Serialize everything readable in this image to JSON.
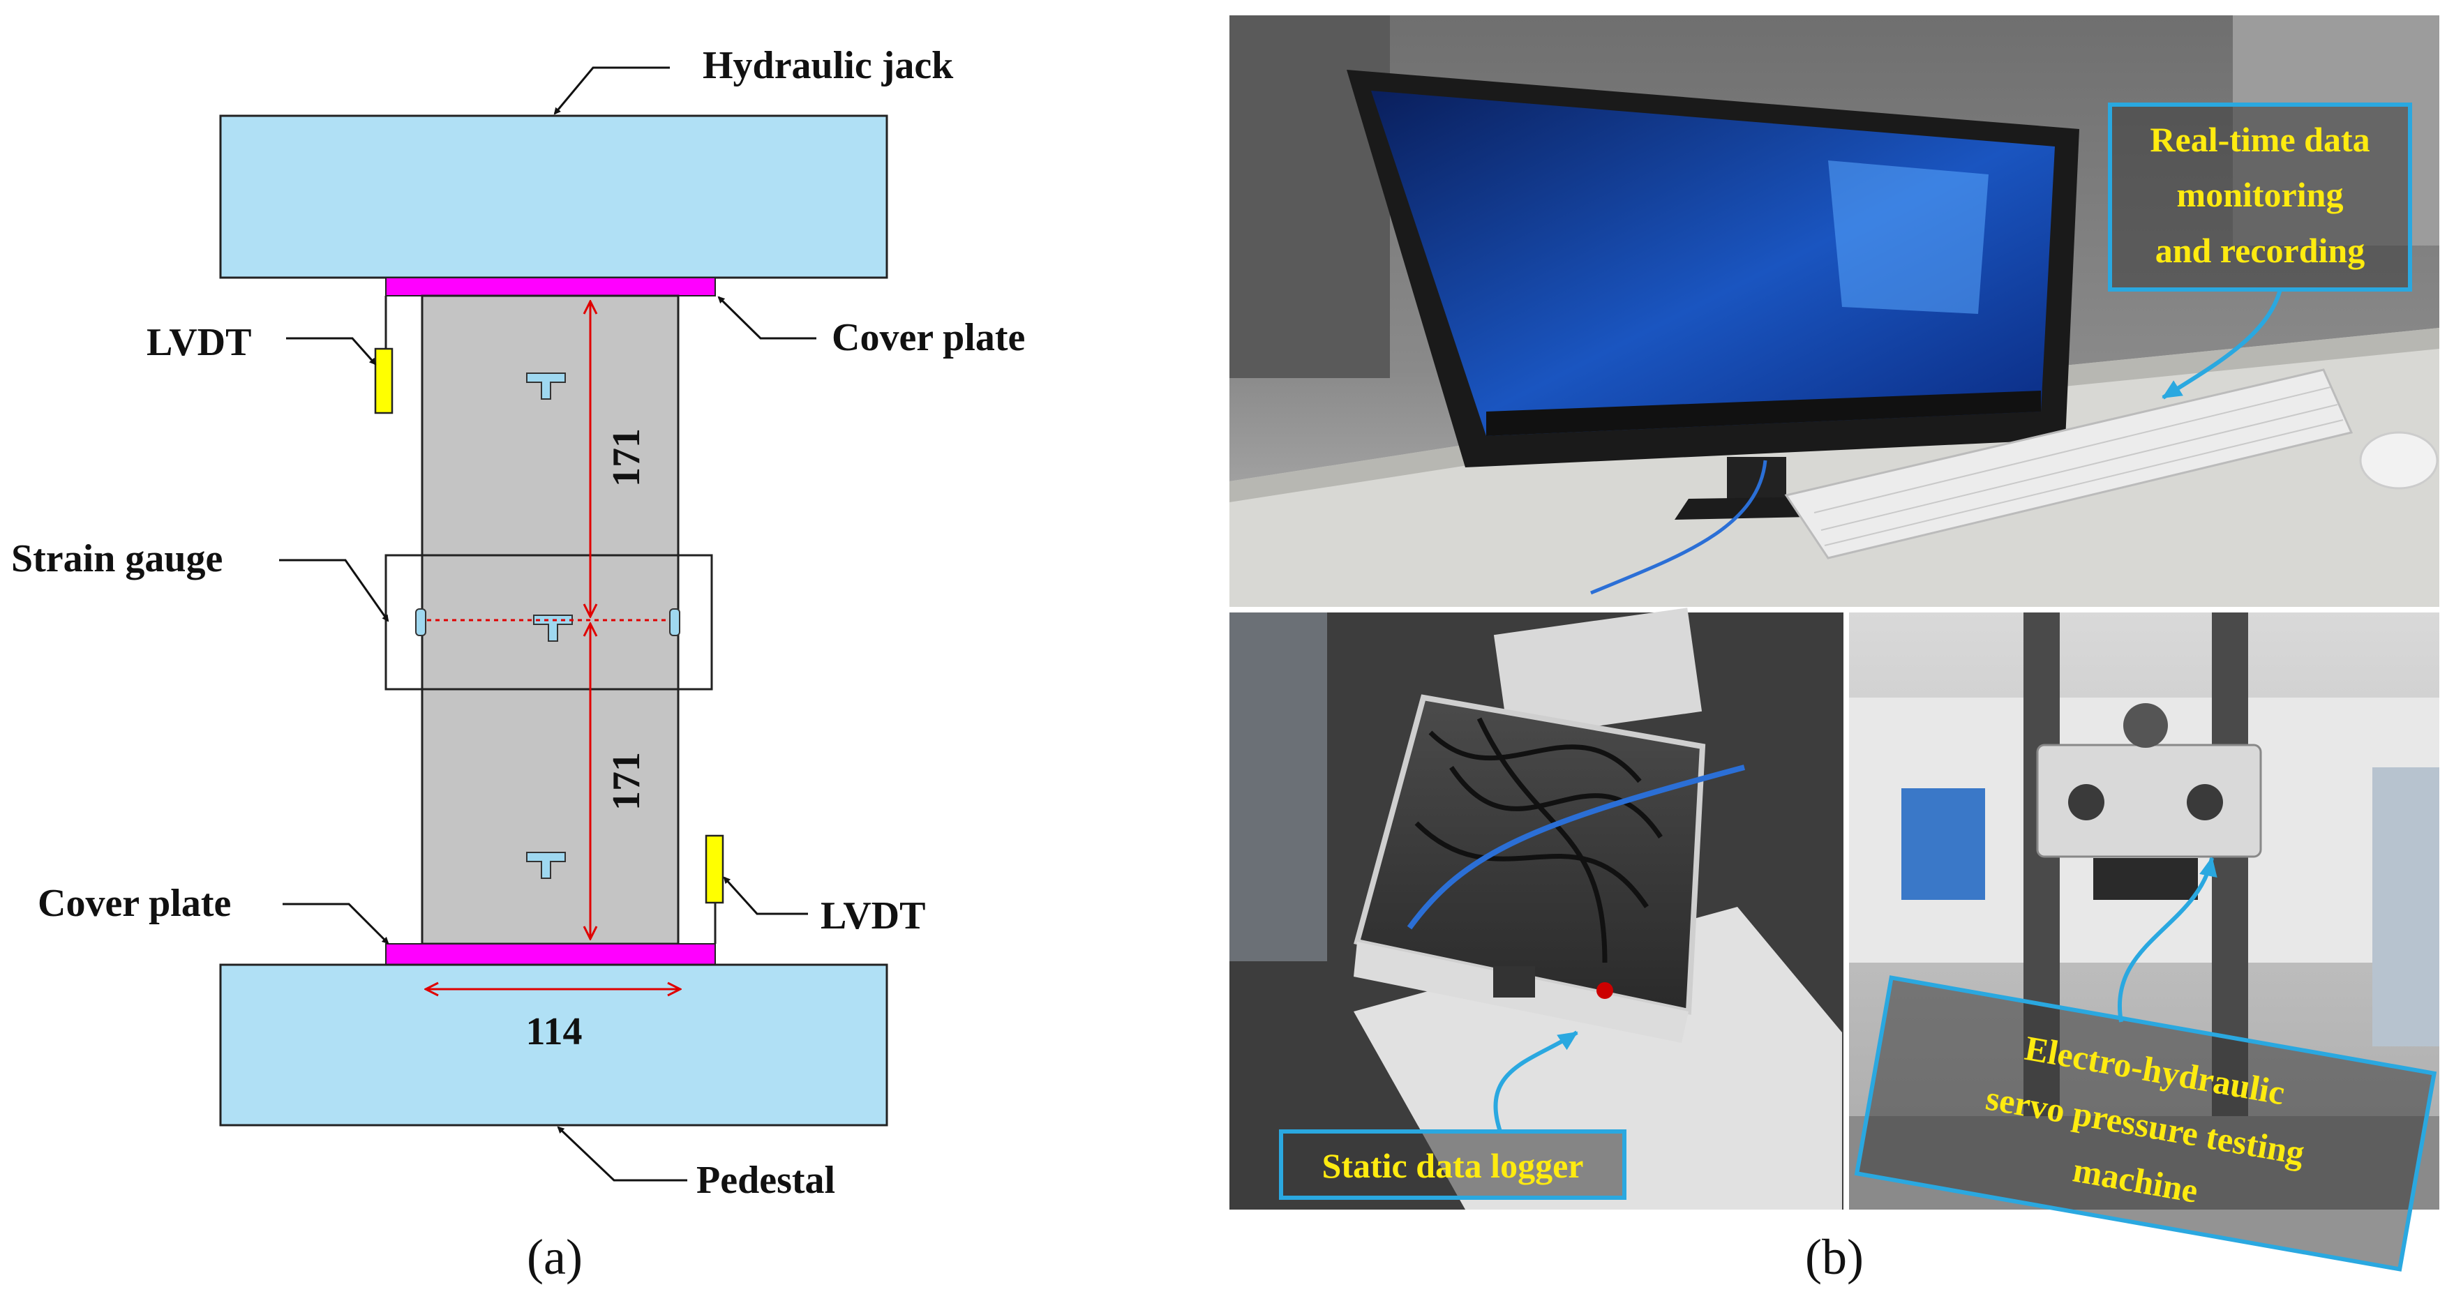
{
  "panel_a": {
    "label": "(a)",
    "callouts": {
      "hydraulic_jack": "Hydraulic jack",
      "cover_plate_top": "Cover plate",
      "lvdt_left": "LVDT",
      "strain_gauge": "Strain gauge",
      "cover_plate_bottom": "Cover plate",
      "lvdt_right": "LVDT",
      "pedestal": "Pedestal"
    },
    "dimensions": {
      "upper_height": "171",
      "lower_height": "171",
      "width": "114"
    },
    "colors": {
      "platen": "#b0e0f5",
      "specimen": "#c4c4c4",
      "cover_plate": "#ff00ff",
      "lvdt": "#ffff00",
      "dimension_line": "#e00000",
      "gauge": "#9fd8f0"
    }
  },
  "panel_b": {
    "label": "(b)",
    "photos": {
      "computer": {
        "label_lines": [
          "Real-time data",
          "monitoring",
          "and recording"
        ]
      },
      "logger": {
        "label": "Static data logger"
      },
      "machine": {
        "label_lines": [
          "Electro-hydraulic",
          "servo pressure testing",
          "machine"
        ]
      }
    },
    "colors": {
      "label_border": "#2aa8e0",
      "label_text": "#ffeb10",
      "label_bg": "#3a3a3a"
    }
  }
}
